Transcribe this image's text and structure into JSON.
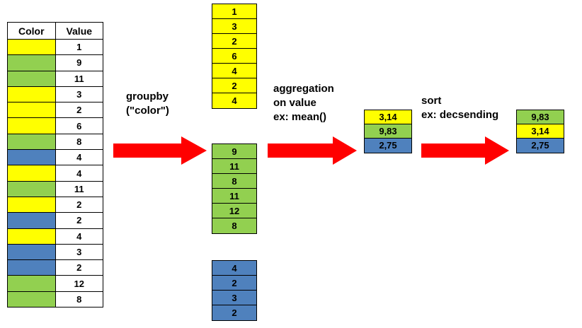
{
  "colors": {
    "yellow": "#ffff00",
    "green": "#92d050",
    "blue": "#4f81bd",
    "arrow_red": "#ff0000",
    "border": "#000000",
    "background": "#ffffff"
  },
  "source_table": {
    "headers": [
      "Color",
      "Value"
    ],
    "rows": [
      {
        "color": "yellow",
        "value": "1"
      },
      {
        "color": "green",
        "value": "9"
      },
      {
        "color": "green",
        "value": "11"
      },
      {
        "color": "yellow",
        "value": "3"
      },
      {
        "color": "yellow",
        "value": "2"
      },
      {
        "color": "yellow",
        "value": "6"
      },
      {
        "color": "green",
        "value": "8"
      },
      {
        "color": "blue",
        "value": "4"
      },
      {
        "color": "yellow",
        "value": "4"
      },
      {
        "color": "green",
        "value": "11"
      },
      {
        "color": "yellow",
        "value": "2"
      },
      {
        "color": "blue",
        "value": "2"
      },
      {
        "color": "yellow",
        "value": "4"
      },
      {
        "color": "blue",
        "value": "3"
      },
      {
        "color": "blue",
        "value": "2"
      },
      {
        "color": "green",
        "value": "12"
      },
      {
        "color": "green",
        "value": "8"
      }
    ]
  },
  "groups": {
    "yellow": {
      "color": "yellow",
      "values": [
        "1",
        "3",
        "2",
        "6",
        "4",
        "2",
        "4"
      ]
    },
    "green": {
      "color": "green",
      "values": [
        "9",
        "11",
        "8",
        "11",
        "12",
        "8"
      ]
    },
    "blue": {
      "color": "blue",
      "values": [
        "4",
        "2",
        "3",
        "2"
      ]
    }
  },
  "aggregation_result": {
    "rows": [
      {
        "color": "yellow",
        "value": "3,14"
      },
      {
        "color": "green",
        "value": "9,83"
      },
      {
        "color": "blue",
        "value": "2,75"
      }
    ]
  },
  "sorted_result": {
    "rows": [
      {
        "color": "green",
        "value": "9,83"
      },
      {
        "color": "yellow",
        "value": "3,14"
      },
      {
        "color": "blue",
        "value": "2,75"
      }
    ]
  },
  "labels": {
    "groupby": "groupby\n(\"color\")",
    "aggregation": "aggregation\non value\nex: mean()",
    "sort": "sort\nex: decsending"
  },
  "arrows": {
    "arrow_1_name": "groupby-arrow",
    "arrow_2_name": "aggregation-arrow",
    "arrow_3_name": "sort-arrow"
  }
}
